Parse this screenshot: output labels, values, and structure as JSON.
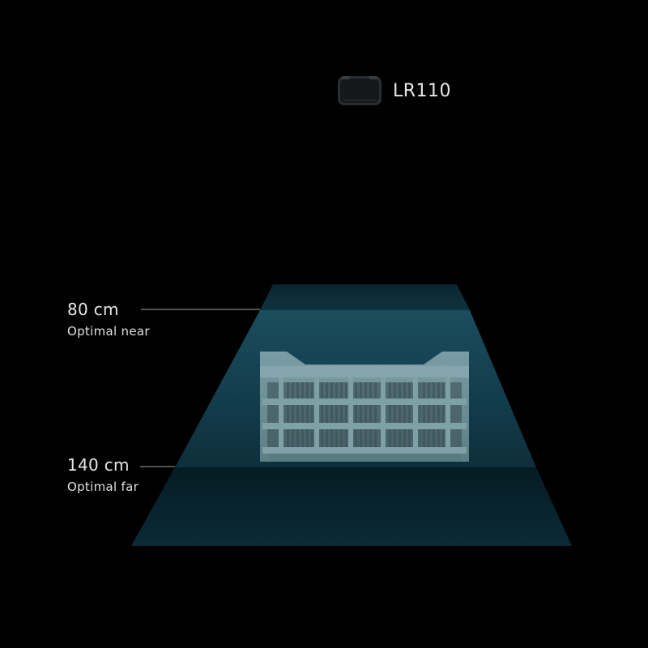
{
  "device": {
    "name": "LR110",
    "icon": "depth-camera-icon"
  },
  "distances": {
    "near": {
      "value": "80 cm",
      "caption": "Optimal near"
    },
    "far": {
      "value": "140 cm",
      "caption": "Optimal far"
    }
  },
  "colors": {
    "background": "#000000",
    "optimal_zone": "#1a4d5e",
    "outer_zone": "#0a2a36",
    "crate": "#6e8f96"
  }
}
